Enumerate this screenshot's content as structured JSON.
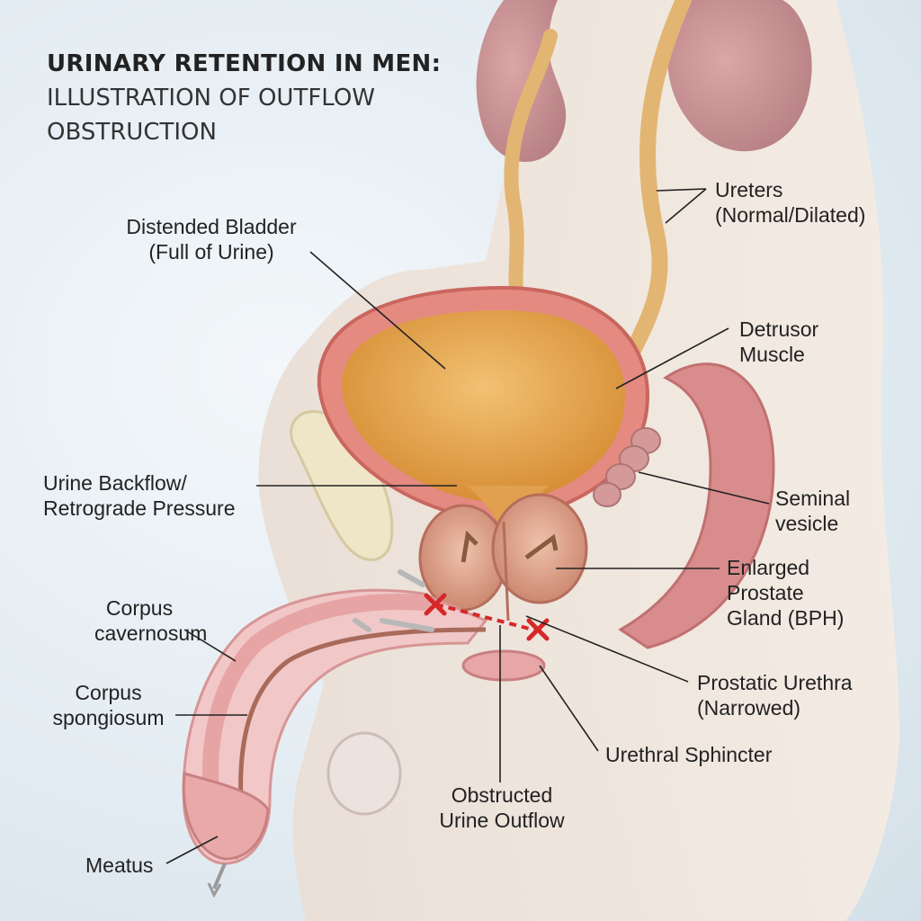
{
  "title": {
    "line1": "URINARY RETENTION IN MEN:",
    "line2": "ILLUSTRATION OF OUTFLOW OBSTRUCTION"
  },
  "labels": {
    "ureters": [
      "Ureters",
      "(Normal/Dilated)"
    ],
    "bladder": [
      "Distended Bladder",
      "(Full of Urine)"
    ],
    "detrusor": [
      "Detrusor",
      "Muscle"
    ],
    "backflow": [
      "Urine Backflow/",
      "Retrograde Pressure"
    ],
    "seminal": [
      "Seminal",
      "vesicle"
    ],
    "prostate": [
      "Enlarged",
      "Prostate",
      "Gland (BPH)"
    ],
    "cavernosum": [
      "Corpus",
      "cavernosum"
    ],
    "spongiosum": [
      "Corpus",
      "spongiosum"
    ],
    "urethra": [
      "Prostatic Urethra",
      "(Narrowed)"
    ],
    "sphincter": [
      "Urethral Sphincter"
    ],
    "outflow": [
      "Obstructed",
      "Urine Outflow"
    ],
    "meatus": [
      "Meatus"
    ]
  },
  "colors": {
    "urine": "#e6a84c",
    "bladder_wall": "#e48a80",
    "prostate": "#dca590",
    "obstruction": "#d62828",
    "skin": "#f4dcc4",
    "leader": "#222222"
  }
}
